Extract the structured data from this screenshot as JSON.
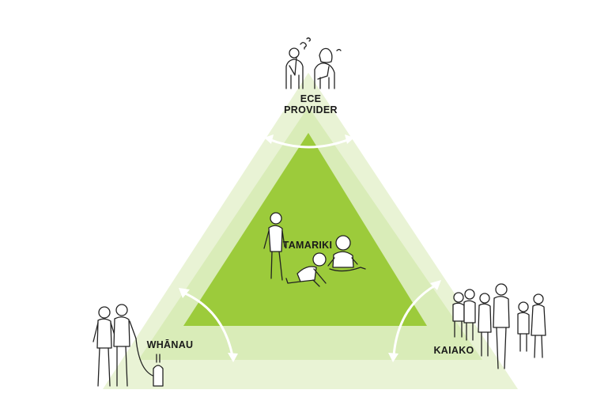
{
  "labels": {
    "top": "ECE",
    "top2": "PROVIDER",
    "center": "TAMARIKI",
    "left": "WHĀNAU",
    "right": "KAIAKO"
  },
  "colors": {
    "outer_triangle": "#e9f3d5",
    "middle_triangle": "#d9ecb8",
    "inner_triangle": "#9ccb3b",
    "arrows": "#ffffff",
    "ink": "#222222"
  },
  "icons": {
    "top": "two-thinking-people-icon",
    "center": "playing-children-icon",
    "left": "family-with-dog-icon",
    "right": "group-of-teachers-icon"
  }
}
